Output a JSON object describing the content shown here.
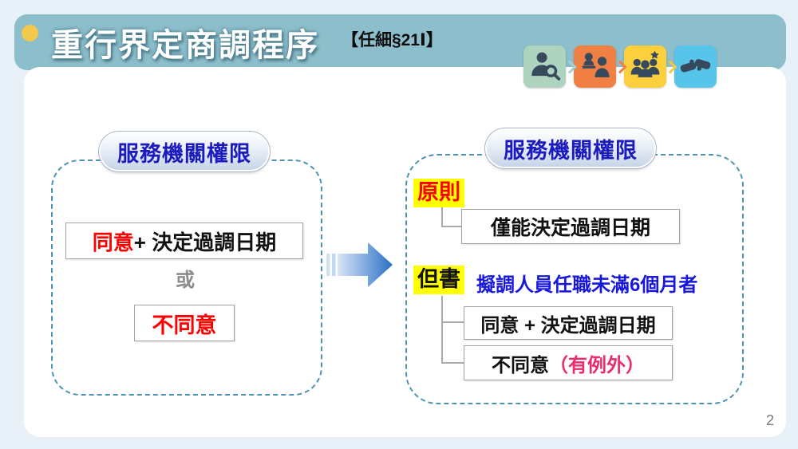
{
  "slide": {
    "title": "重行界定商調程序",
    "law_ref": "【任細§21Ⅰ】",
    "page_number": "2"
  },
  "process_steps": [
    {
      "icon": "person-search-icon",
      "color": "#aed4c0"
    },
    {
      "icon": "interview-icon",
      "color": "#f08044"
    },
    {
      "icon": "team-star-icon",
      "color": "#fcd03d"
    },
    {
      "icon": "handshake-icon",
      "color": "#57c4ea"
    }
  ],
  "left_panel": {
    "header": "服務機關權限",
    "option1_emphasis": "同意",
    "option1_rest": " + 決定過調日期",
    "or_label": "或",
    "option2": "不同意"
  },
  "right_panel": {
    "header": "服務機關權限",
    "principle_label": "原則",
    "principle_box": "僅能決定過調日期",
    "proviso_label": "但書",
    "proviso_condition": "擬調人員任職未滿6個月者",
    "proviso_box1": "同意 + 決定過調日期",
    "proviso_box2_main": "不同意",
    "proviso_box2_note": "（有例外）"
  },
  "colors": {
    "page_bg": "#e8f1f7",
    "teal_band": "#8dbecb",
    "dot_yellow": "#f2c94c",
    "pill_text": "#1c1cbe",
    "dash": "#4e93b4",
    "red": "#fe0000",
    "pink": "#ea2e6c",
    "blue_text": "#1818dd",
    "yellow_hl": "#ffff00",
    "gray_text": "#8c8c8c",
    "box_border": "#a3a3a3",
    "connector": "#aaaaaa",
    "icon_glyph": "#37495c",
    "page_num": "#7a7a7a"
  }
}
